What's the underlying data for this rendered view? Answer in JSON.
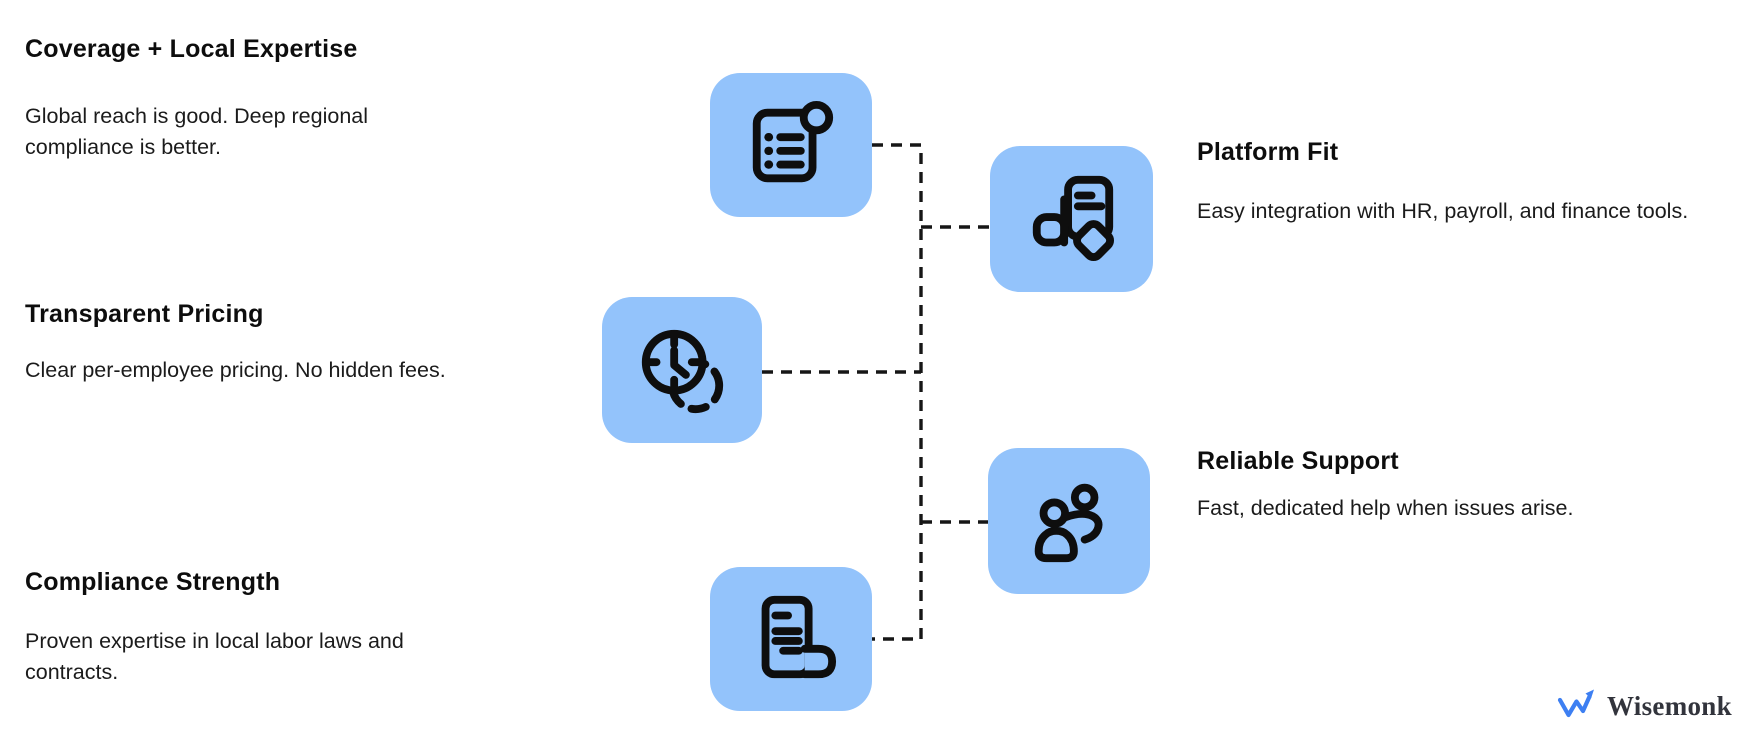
{
  "canvas": {
    "background": "#ffffff"
  },
  "palette": {
    "card_blue": "#93c3fb",
    "icon_black": "#0e0e0e",
    "connector_black": "#161616",
    "heading_color": "#0d0d0d",
    "body_color": "#1b1b1b",
    "logo_blue": "#3d7ff2",
    "logo_text_color": "#32343c"
  },
  "features": {
    "coverage": {
      "title": "Coverage + Local Expertise",
      "description": "Global reach is good. Deep regional compliance is better."
    },
    "pricing": {
      "title": "Transparent Pricing",
      "description": "Clear per-employee pricing. No hidden fees."
    },
    "compliance": {
      "title": "Compliance Strength",
      "description": "Proven expertise in local labor laws and contracts."
    },
    "platform": {
      "title": "Platform Fit",
      "description": "Easy integration with HR, payroll, and finance tools."
    },
    "support": {
      "title": "Reliable Support",
      "description": "Fast, dedicated help when issues arise."
    }
  },
  "icons": {
    "coverage": "checklist-document-with-badge",
    "pricing": "clock-history",
    "platform": "document-with-tag",
    "support": "two-users",
    "compliance": "receipt-scroll"
  },
  "logo": {
    "brand": "Wisemonk",
    "mark": "trend-arrow-w"
  }
}
